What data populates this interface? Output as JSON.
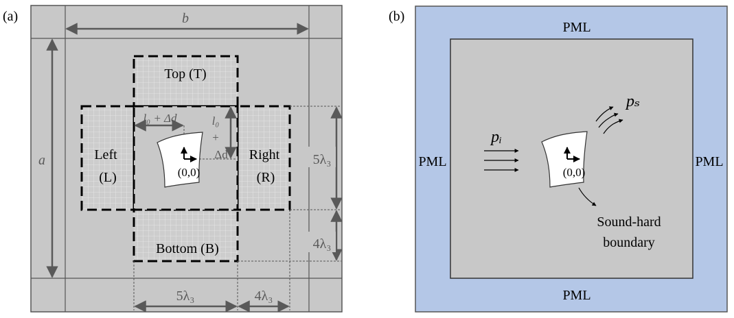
{
  "panel_a": {
    "tag": "(a)",
    "dims": {
      "b": "b",
      "a": "a",
      "l0_delta_h": "l₀ + Δd",
      "l0_v": "l₀",
      "plus": "+",
      "delta_v": "Δd",
      "five_lambda_v": "5λ₃",
      "four_lambda_v": "4λ₃",
      "five_lambda_h": "5λ₃",
      "four_lambda_h": "4λ₃"
    },
    "regions": {
      "top": "Top (T)",
      "left_line1": "Left",
      "left_line2": "(L)",
      "right_line1": "Right",
      "right_line2": "(R)",
      "bottom": "Bottom (B)"
    },
    "origin": "(0,0)",
    "colors": {
      "domain": "#c8c8c8",
      "border": "#555555",
      "dim": "#595959"
    }
  },
  "panel_b": {
    "tag": "(b)",
    "pml_top": "PML",
    "pml_bottom": "PML",
    "pml_left": "PML",
    "pml_right": "PML",
    "incident_label": "pᵢ",
    "scattered_label": "pₛ",
    "origin": "(0,0)",
    "boundary_line1": "Sound-hard",
    "boundary_line2": "boundary",
    "colors": {
      "pml": "#b4c7e7",
      "domain": "#c8c8c8"
    }
  }
}
